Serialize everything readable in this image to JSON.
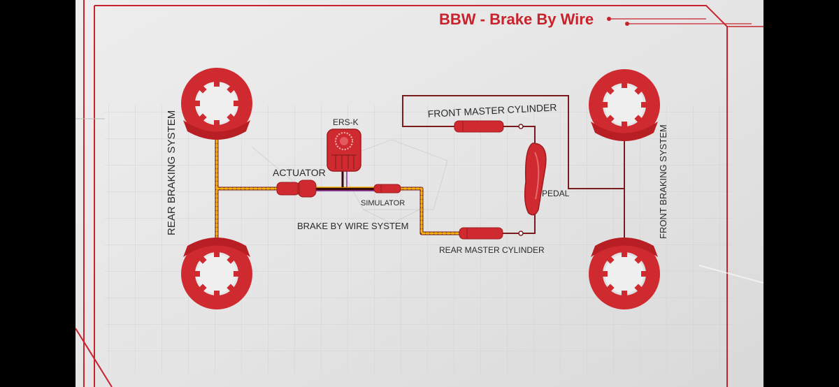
{
  "title": "BBW - Brake By Wire",
  "labels": {
    "rear_braking_system": "REAR BRAKING SYSTEM",
    "front_braking_system": "FRONT BRAKING SYSTEM",
    "ers_k": "ERS-K",
    "actuator": "ACTUATOR",
    "simulator": "SIMULATOR",
    "brake_by_wire_system": "BRAKE BY WIRE SYSTEM",
    "front_master_cylinder": "FRONT MASTER CYLINDER",
    "rear_master_cylinder": "REAR MASTER CYLINDER",
    "pedal": "PEDAL"
  },
  "colors": {
    "brand_red": "#c8232c",
    "part_red": "#cf2a2f",
    "dark_red": "#9e1b20",
    "wire_yellow": "#f2b705",
    "panel_bg": "#e6e6e6",
    "grid": "#d2d2d2",
    "line_dark": "#7a1c1e"
  }
}
